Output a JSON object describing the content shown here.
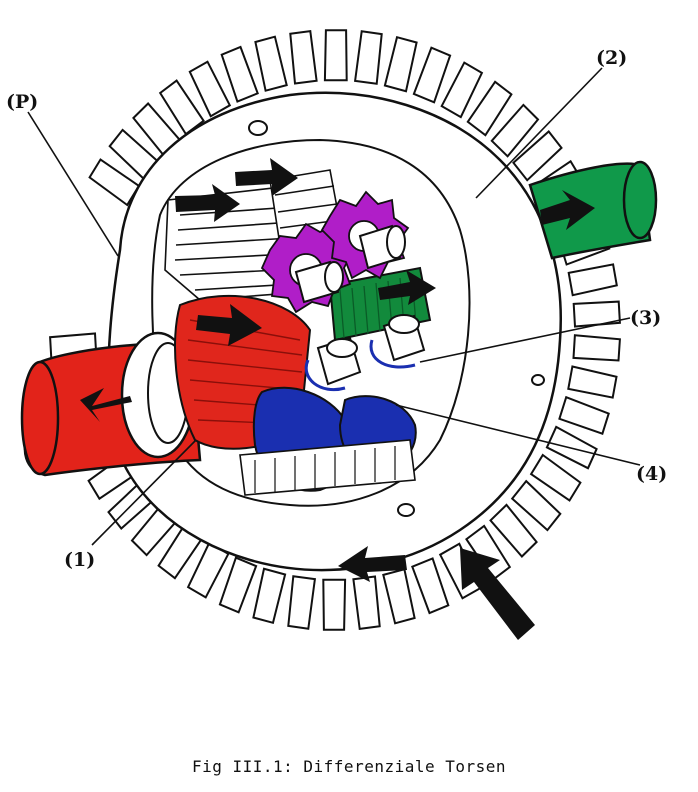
{
  "caption": "Fig III.1: Differenziale Torsen",
  "labels": {
    "p": "(P)",
    "one": "(1)",
    "two": "(2)",
    "three": "(3)",
    "four": "(4)"
  },
  "colors": {
    "ink": "#111111",
    "left_shaft": "#e2231a",
    "right_shaft": "#10994a",
    "worm_gears": "#b01ec8",
    "spur_gear_green": "#128a3c",
    "lower_gears": "#1a2fb0",
    "side_gear": "#e0261c"
  },
  "icons": [
    "torque-arrow-icon"
  ]
}
